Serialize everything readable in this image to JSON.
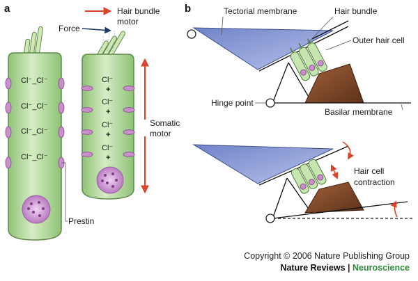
{
  "panels": {
    "a": "a",
    "b": "b"
  },
  "labels": {
    "hair_bundle_motor_1": "Hair bundle",
    "hair_bundle_motor_2": "motor",
    "force": "Force",
    "somatic_motor_1": "Somatic",
    "somatic_motor_2": "motor",
    "prestin": "Prestin",
    "tectorial_membrane": "Tectorial membrane",
    "hair_bundle": "Hair bundle",
    "outer_hair_cell": "Outer hair cell",
    "hinge_point": "Hinge point",
    "basilar_membrane": "Basilar membrane",
    "hair_cell_contraction_1": "Hair cell",
    "hair_cell_contraction_2": "contraction"
  },
  "chloride": {
    "resting_pair": "Cl⁻_Cl⁻",
    "ion": "Cl⁻",
    "plus": "+"
  },
  "credit": {
    "copyright": "Copyright © 2006 Nature Publishing Group",
    "journal": "Nature Reviews",
    "separator": " | ",
    "section": "Neuroscience"
  },
  "colors": {
    "cell_fill": "#b9dc9e",
    "cell_stroke": "#5f8a4a",
    "prestin": "#c98fc9",
    "nucleus": "#d7a6dc",
    "tectorial": "#8c9ed6",
    "brown_cell": "#7a4a2a",
    "arrow_red": "#d9442c",
    "neuroscience_green": "#2e8b3a"
  }
}
